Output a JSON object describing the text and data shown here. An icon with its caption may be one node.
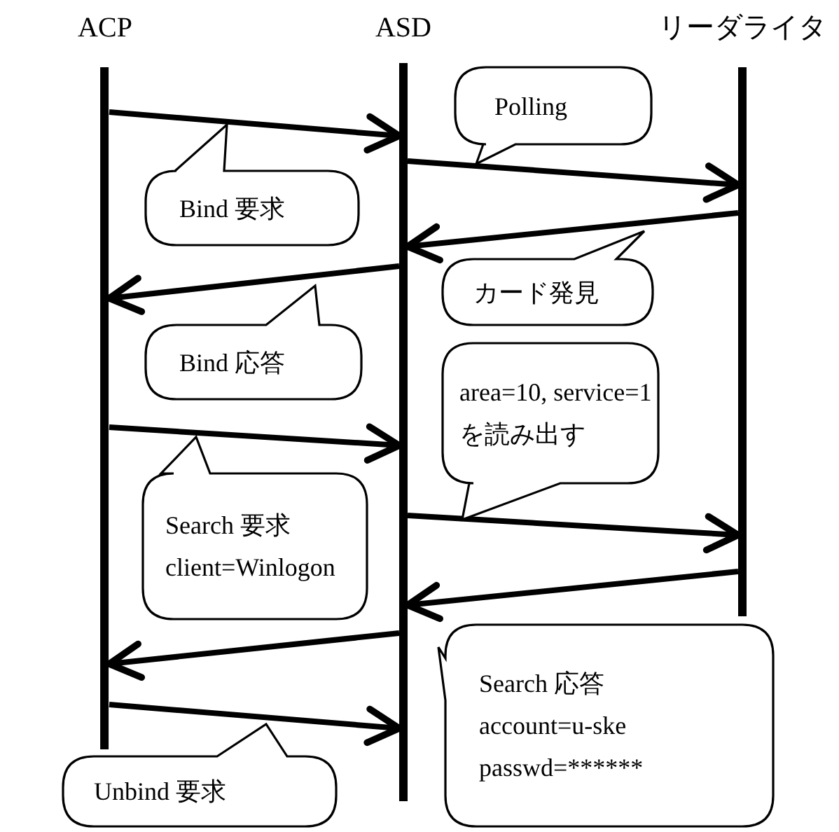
{
  "diagram": {
    "nodes": [
      {
        "text": [
          "ACP"
        ]
      },
      {
        "text": [
          "ASD"
        ]
      },
      {
        "text": [
          "リーダライタ"
        ]
      }
    ],
    "edges": [
      {
        "from": 0,
        "to": 1,
        "arrow": "to",
        "label": "Bind 要求"
      },
      {
        "from": 1,
        "to": 2,
        "arrow": "to",
        "label": "Polling"
      },
      {
        "from": 2,
        "to": 1,
        "arrow": "to",
        "label": "カード発見"
      },
      {
        "from": 1,
        "to": 0,
        "arrow": "to",
        "label": "Bind 応答"
      },
      {
        "from": 0,
        "to": 1,
        "arrow": "to",
        "label": "Search 要求 client=Winlogon"
      },
      {
        "from": 1,
        "to": 2,
        "arrow": "to",
        "label": "area=10, service=1 を読み出す"
      },
      {
        "from": 2,
        "to": 1,
        "arrow": "to"
      },
      {
        "from": 1,
        "to": 0,
        "arrow": "to",
        "label": "Search 応答 account=u-ske passwd=******"
      },
      {
        "from": 0,
        "to": 1,
        "arrow": "to",
        "label": "Unbind 要求"
      }
    ]
  }
}
